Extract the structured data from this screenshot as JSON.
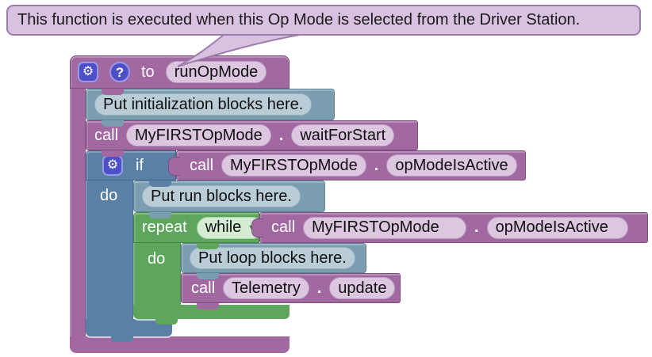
{
  "tooltip": {
    "text": "This function is executed when this Op Mode is selected from the Driver Station."
  },
  "icons": {
    "gear_glyph": "⚙",
    "help_glyph": "?",
    "dropdown_arrow_glyph": "▾"
  },
  "function_block": {
    "title_prefix": "to",
    "name": "runOpMode"
  },
  "comments": {
    "init": "Put initialization blocks here.",
    "run": "Put run blocks here.",
    "loop": "Put loop blocks here."
  },
  "if_block": {
    "keyword": "if",
    "do_label": "do"
  },
  "repeat_block": {
    "keyword": "repeat",
    "mode_selected": "while",
    "do_label": "do"
  },
  "calls": {
    "wait_for_start": {
      "keyword": "call",
      "object": "MyFIRSTOpMode",
      "separator": ".",
      "method": "waitForStart"
    },
    "op_mode_is_active_if": {
      "keyword": "call",
      "object": "MyFIRSTOpMode",
      "separator": ".",
      "method": "opModeIsActive"
    },
    "op_mode_is_active_while": {
      "keyword": "call",
      "object": "MyFIRSTOpMode",
      "separator": ".",
      "method": "opModeIsActive"
    },
    "telemetry_update": {
      "keyword": "call",
      "object": "Telemetry",
      "separator": ".",
      "method": "update"
    }
  },
  "colors": {
    "procedure_purple": "#a268a2",
    "comment_steel": "#7b9db0",
    "comment_field": "#bacdd7",
    "logic_blue": "#5b80a5",
    "loop_green": "#5ea55e",
    "loop_field": "#d3ecd3",
    "mutator_indigo": "#4d4fc9",
    "purple_field": "#dcc6e0",
    "bubble_bg": "#d9c2e1",
    "bubble_border": "#9c7cab"
  }
}
